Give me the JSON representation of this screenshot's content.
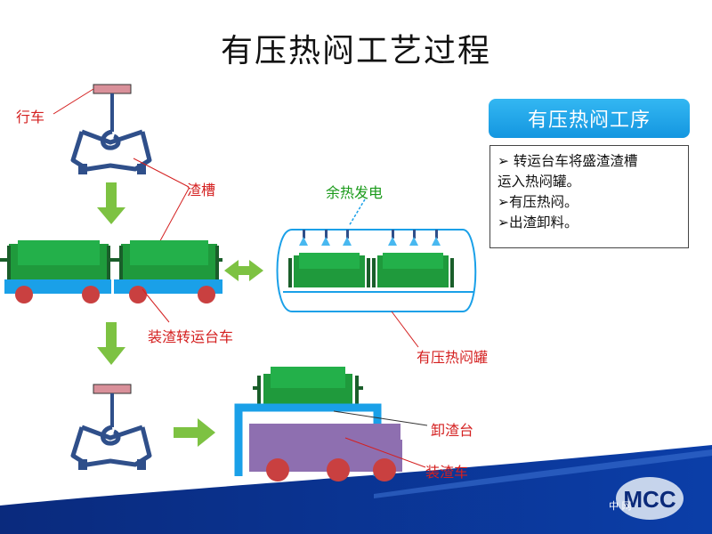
{
  "title": "有压热闷工艺过程",
  "panel": {
    "header": "有压热闷工序",
    "lines": [
      "➢ 转运台车将盛渣渣槽",
      "运入热闷罐。",
      "➢有压热闷。",
      "➢出渣卸料。"
    ]
  },
  "labels": {
    "crane": "行车",
    "slag_tank": "渣槽",
    "waste_heat": "余热发电",
    "transfer_car": "装渣转运台车",
    "tank": "有压热闷罐",
    "unload_platform": "卸渣台",
    "slag_truck": "装渣车"
  },
  "footer": {
    "logo": "MCC",
    "text": "中            网"
  },
  "colors": {
    "label_red": "#d42020",
    "label_green": "#1a9a1a",
    "car_blue": "#1aa0e8",
    "wheel": "#c94040",
    "slag_green": "#1f9a3c",
    "arrow_green": "#7dc242",
    "crane_hook": "#2f4f8a",
    "truck_purple": "#8e6fb0",
    "footer_blue": "#0a2f8f"
  }
}
